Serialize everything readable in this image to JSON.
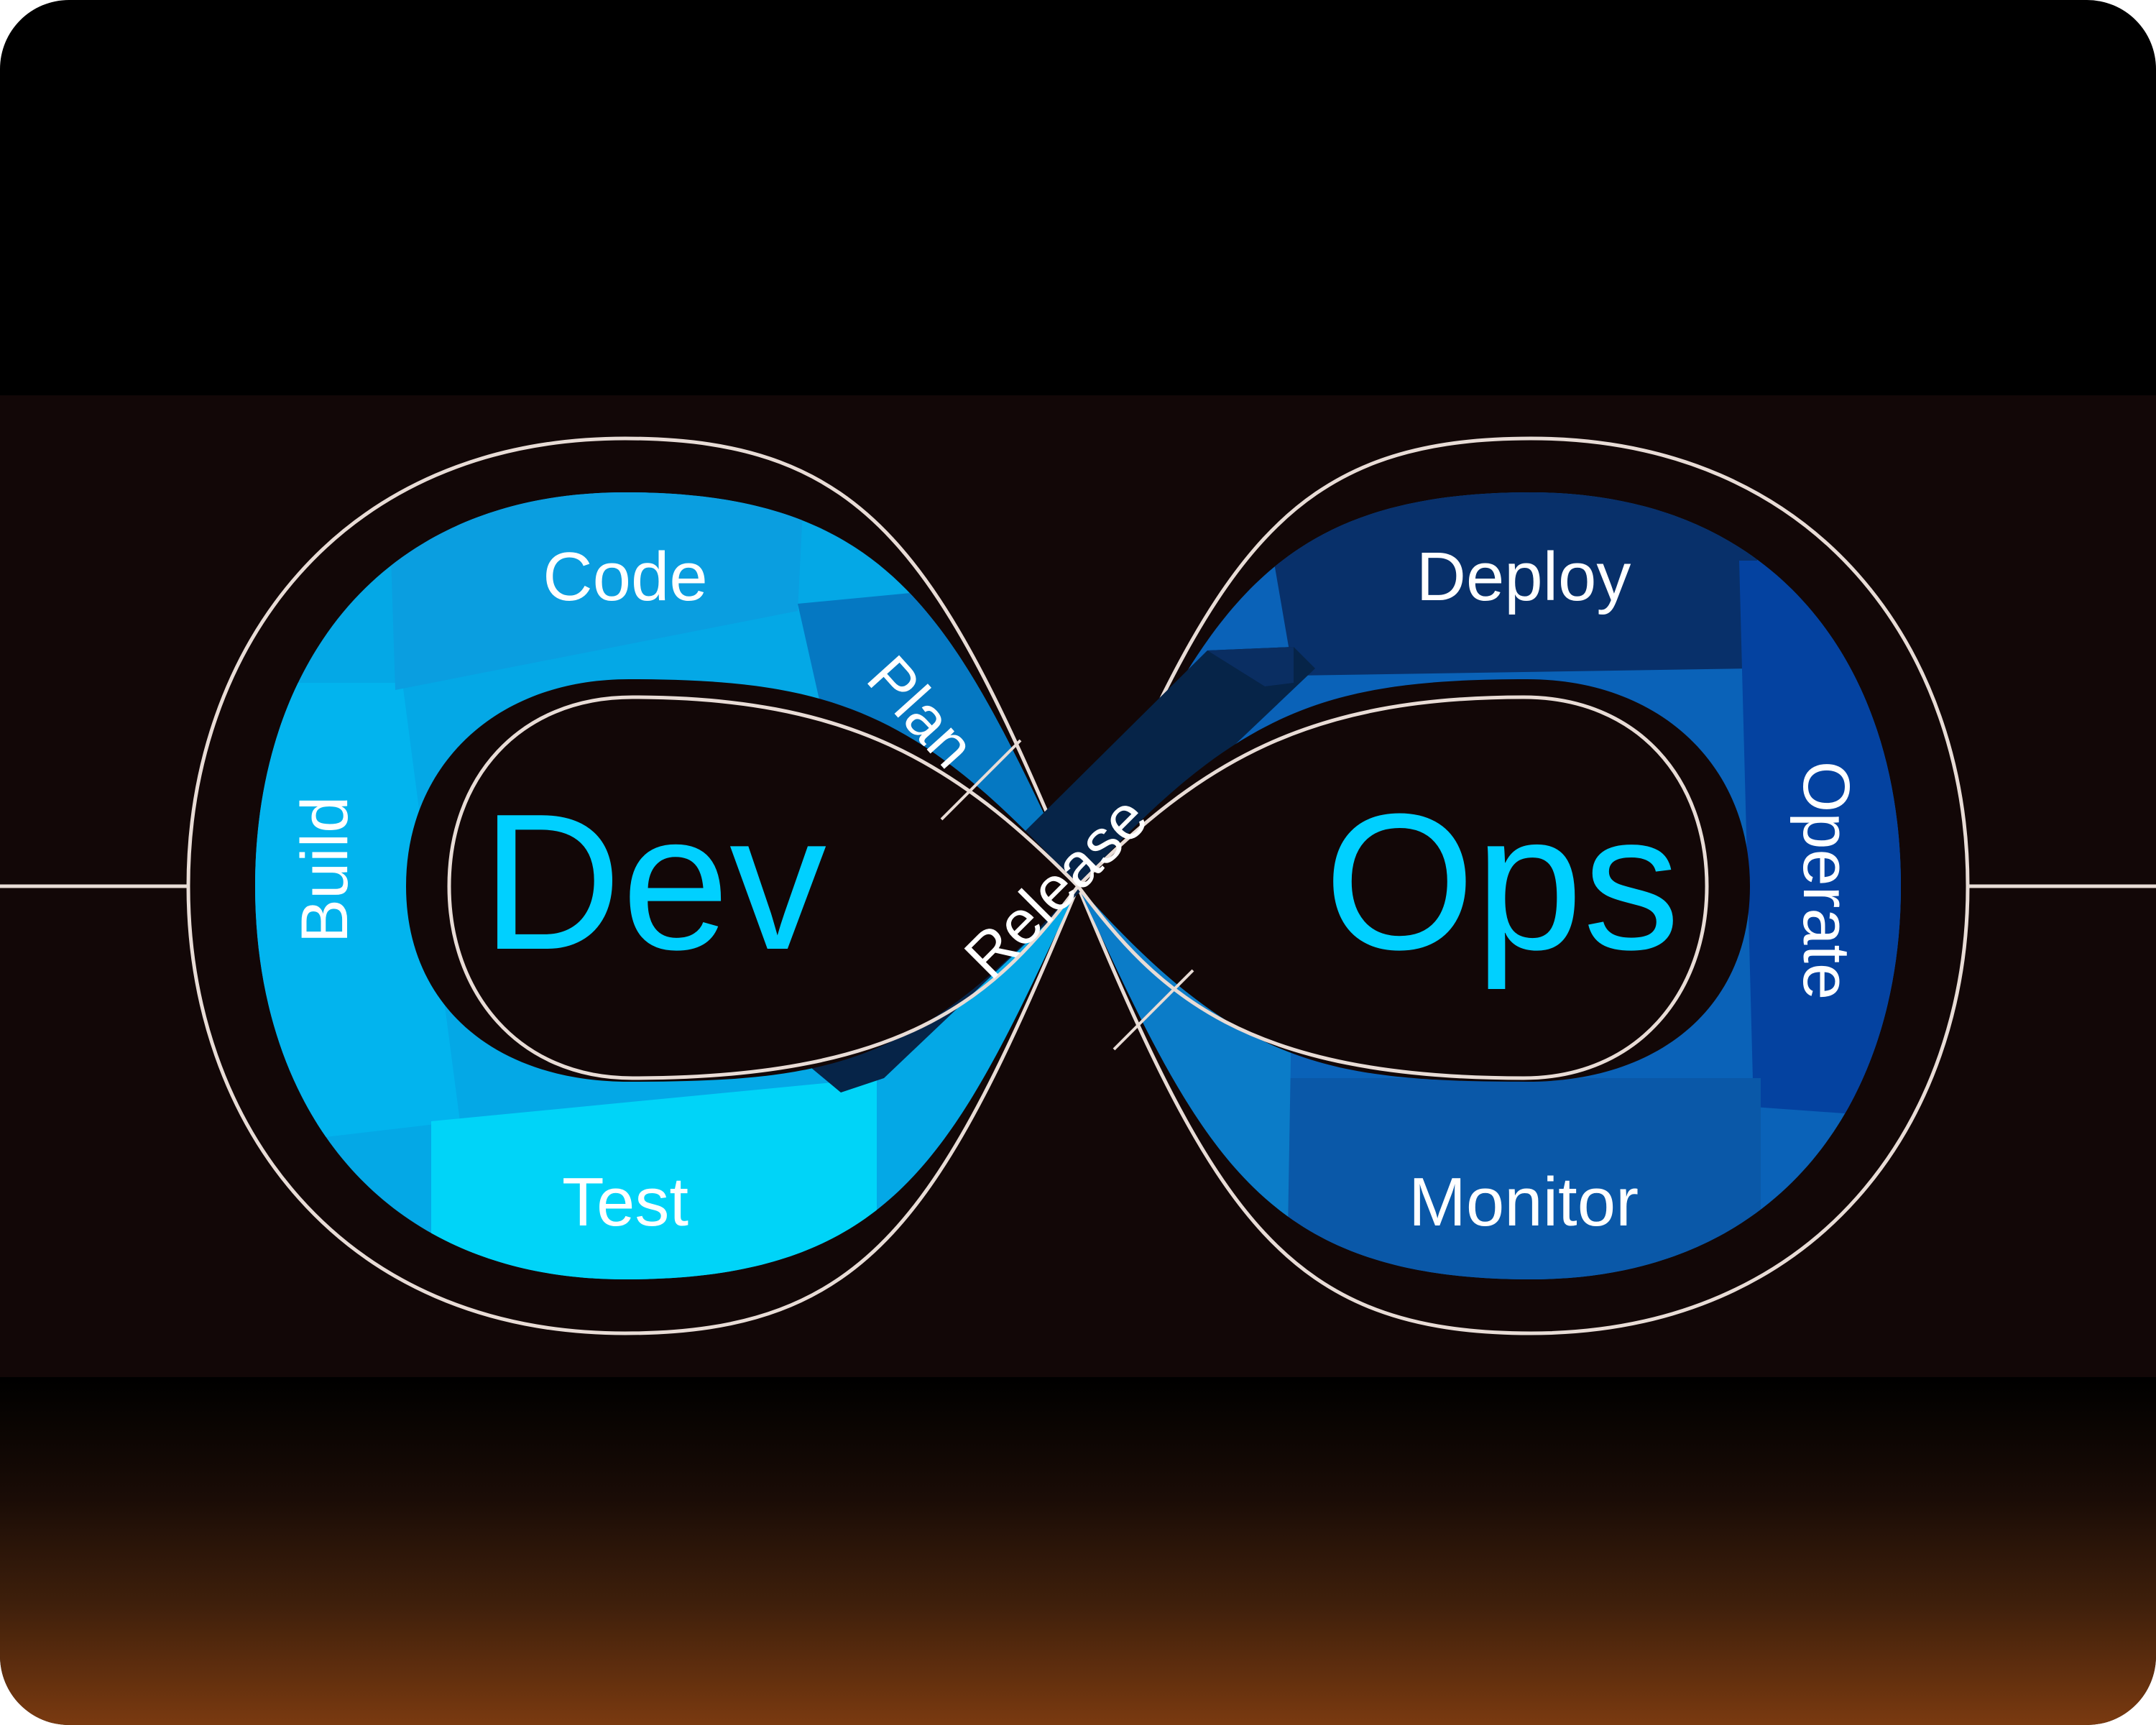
{
  "diagram": {
    "dev_label": "Dev",
    "ops_label": "Ops",
    "stages": {
      "code": "Code",
      "plan": "Plan",
      "build": "Build",
      "test": "Test",
      "release": "Release",
      "deploy": "Deploy",
      "operate": "Operate",
      "monitor": "Monitor"
    }
  },
  "colors": {
    "dev_light": "#00d4f8",
    "dev_mid": "#04a8e6",
    "dev_dark": "#0578c2",
    "ops_mid": "#0a62b8",
    "ops_dark": "#0a2e62",
    "release_band": "#062448",
    "dev_ops_text": "#00d0ff",
    "background": "#120707"
  }
}
